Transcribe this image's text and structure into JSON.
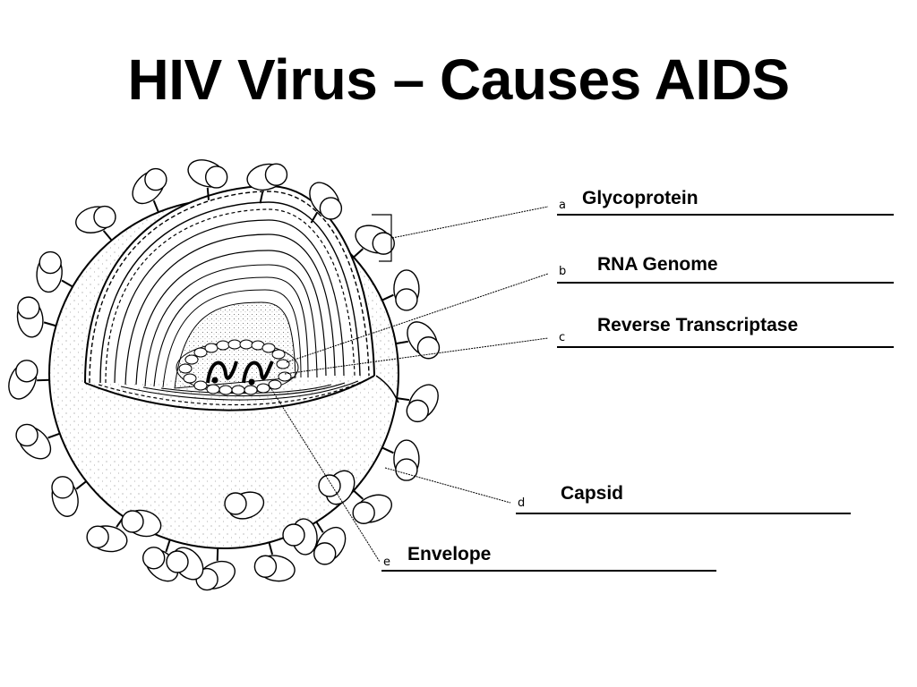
{
  "slide": {
    "title": "HIV Virus – Causes AIDS"
  },
  "labels": [
    {
      "letter": "a",
      "answer": "Glycoprotein"
    },
    {
      "letter": "b",
      "answer": "RNA Genome"
    },
    {
      "letter": "c",
      "answer": "Reverse Transcriptase"
    },
    {
      "letter": "d",
      "answer": "Capsid"
    },
    {
      "letter": "e",
      "answer": "Envelope"
    }
  ]
}
